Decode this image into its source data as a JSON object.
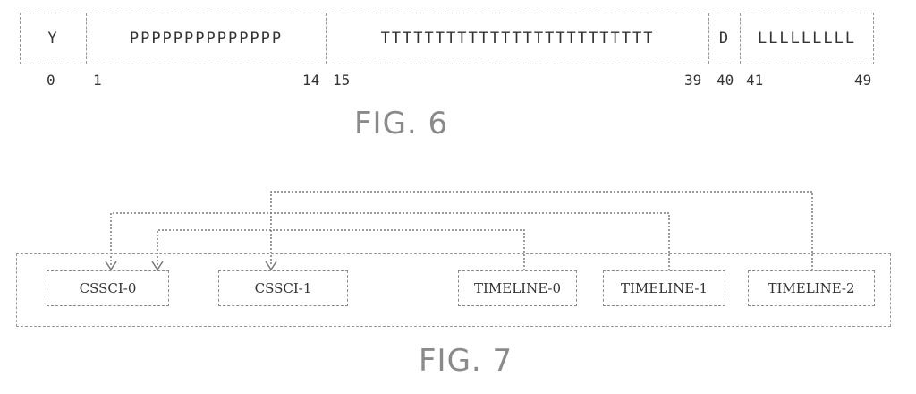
{
  "fig6": {
    "caption": "FIG. 6",
    "fields": [
      {
        "label": "Y"
      },
      {
        "label": "PPPPPPPPPPPPPP"
      },
      {
        "label": "TTTTTTTTTTTTTTTTTTTTTTTTT"
      },
      {
        "label": "D"
      },
      {
        "label": "LLLLLLLLL"
      }
    ],
    "bit_labels": [
      "0",
      "1",
      "14",
      "15",
      "39",
      "40",
      "41",
      "49"
    ]
  },
  "fig7": {
    "caption": "FIG. 7",
    "nodes": [
      "CSSCI-0",
      "CSSCI-1",
      "TIMELINE-0",
      "TIMELINE-1",
      "TIMELINE-2"
    ]
  }
}
